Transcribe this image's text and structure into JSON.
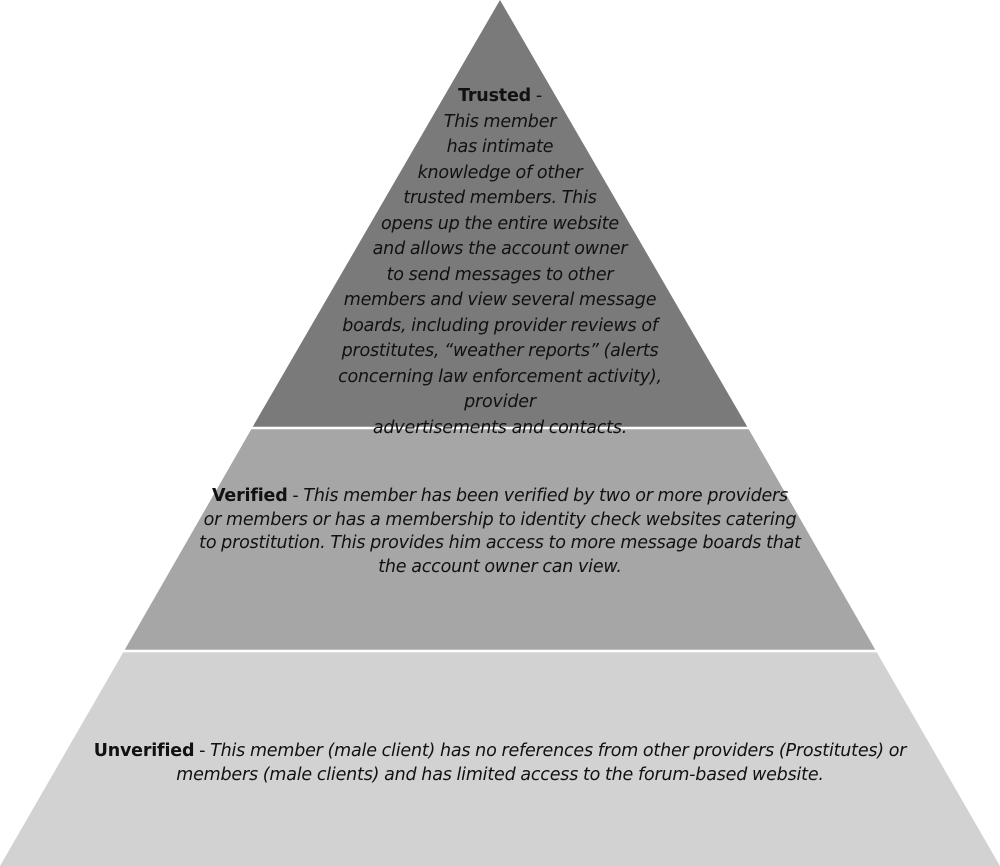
{
  "diagram": {
    "type": "pyramid",
    "colors": {
      "trusted_fill": "#7a7a7a",
      "verified_fill": "#a6a6a6",
      "unverified_fill": "#d2d2d2",
      "tier_border": "#ffffff",
      "text": "#111111"
    },
    "tiers": [
      {
        "title": "Trusted",
        "separator": " -",
        "description": "This member\nhas intimate\nknowledge of other\ntrusted members. This\nopens up the entire website\nand allows the account owner\nto send messages to other\nmembers and view several message\nboards, including provider reviews of\nprostitutes, “weather reports” (alerts\nconcerning law enforcement activity), provider\nadvertisements and contacts."
      },
      {
        "title": "Verified",
        "separator": " - ",
        "description": "This member has been verified by two or more providers\nor members or has a membership to identity check websites catering\nto prostitution. This provides him access  to more message boards that\nthe account owner can view."
      },
      {
        "title": "Unverified",
        "separator": " - ",
        "description": "This member (male client) has no references from other providers (Prostitutes) or\nmembers (male clients) and has limited access to the forum-based website."
      }
    ]
  }
}
